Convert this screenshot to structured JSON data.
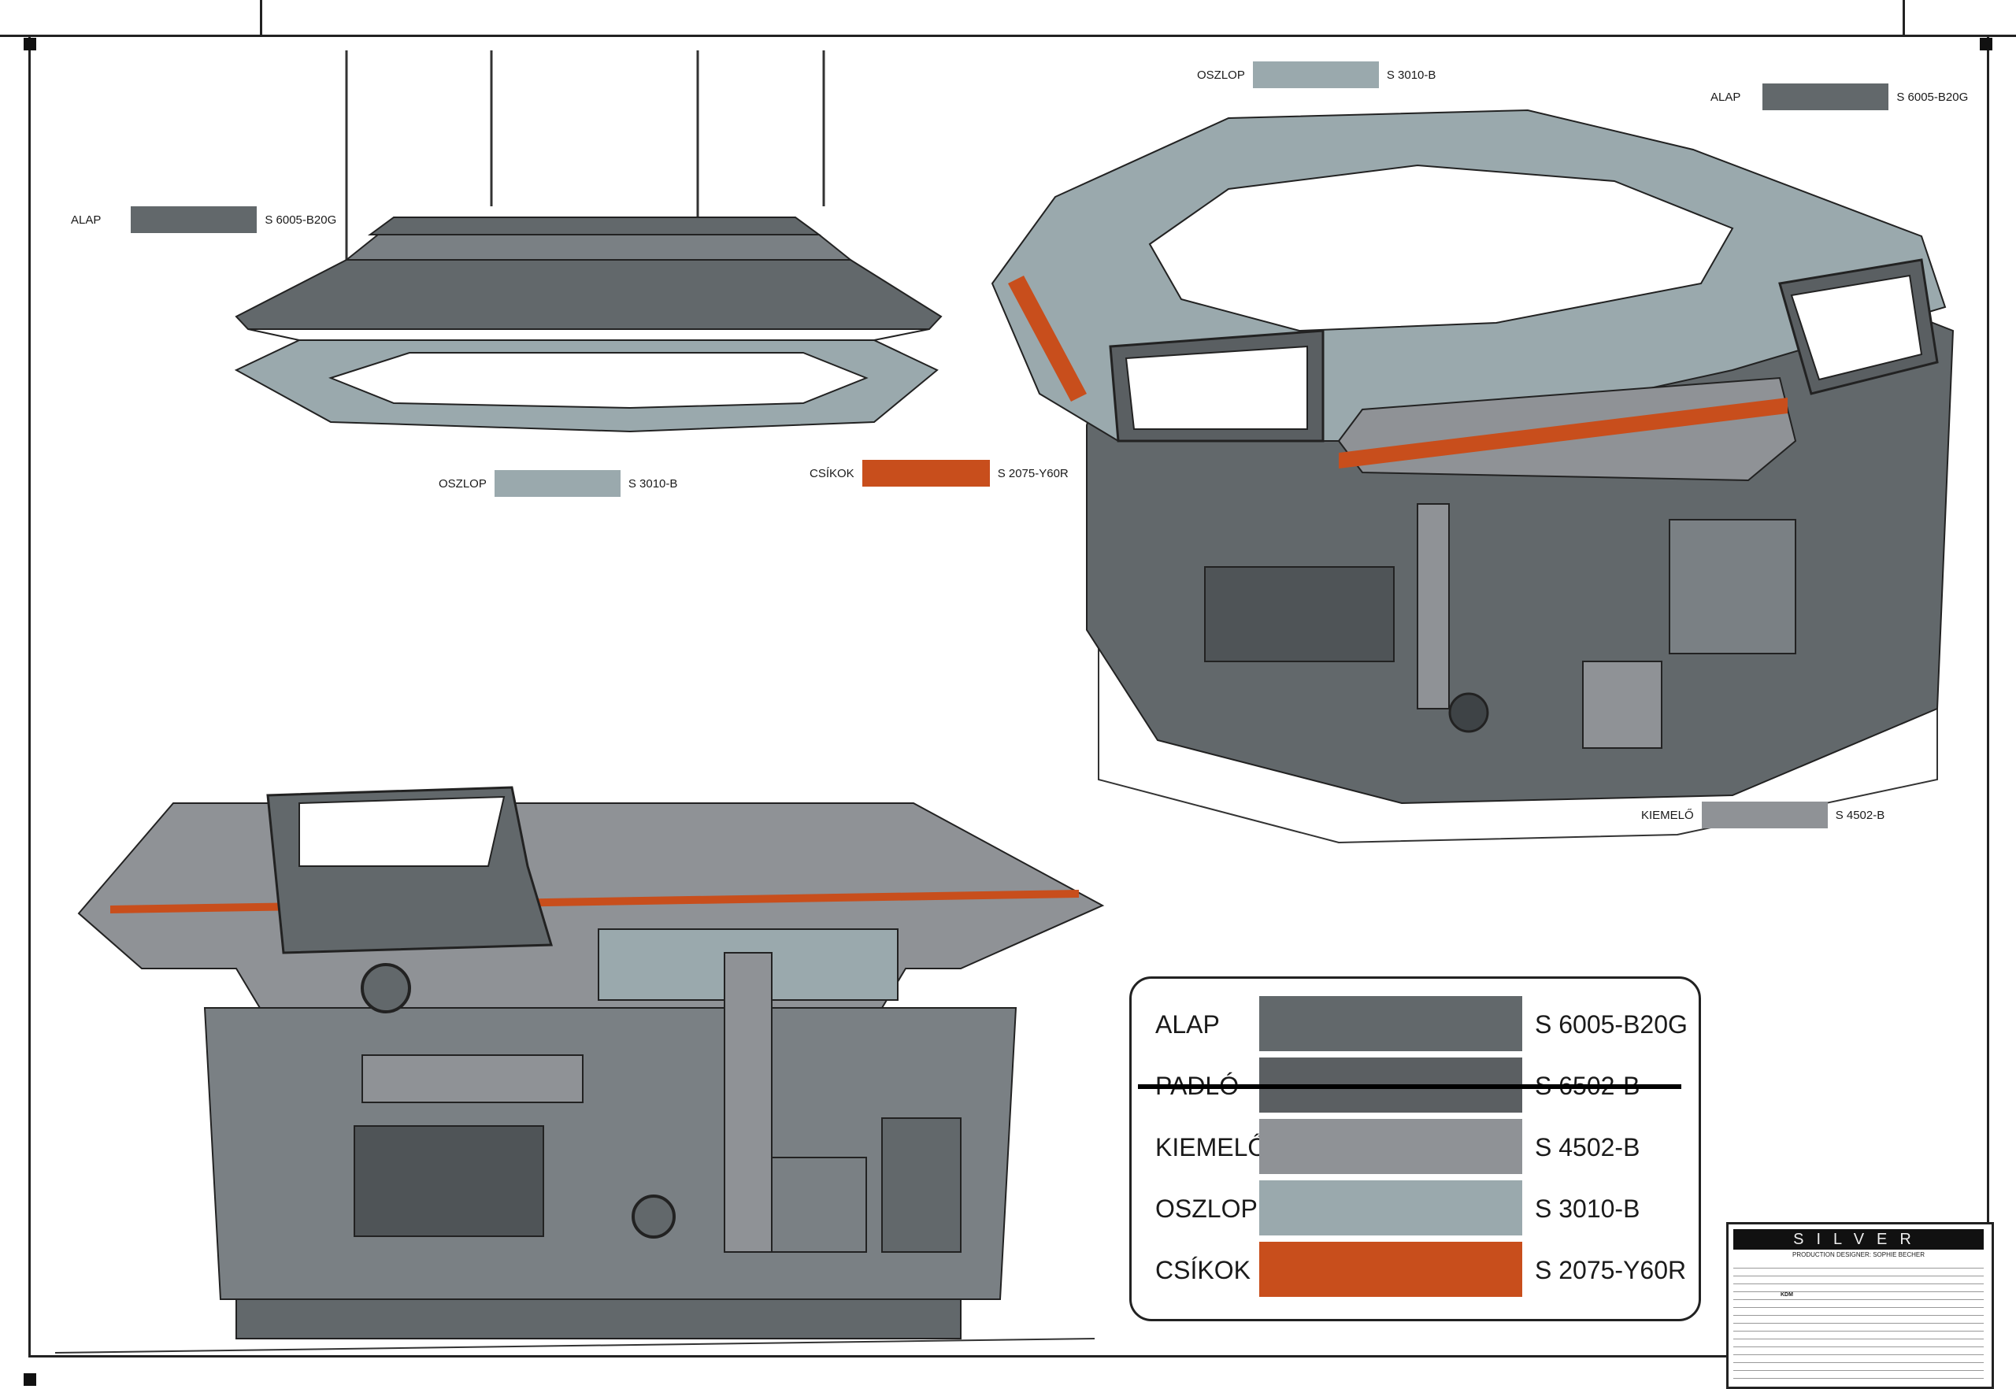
{
  "colors": {
    "alap": "#62686b",
    "padlo": "#5b5f62",
    "kiemelo": "#8f9296",
    "oszlop": "#9aa9ad",
    "csikok": "#c84e1c",
    "frame": "#222222"
  },
  "view_top_left": {
    "labels": [
      {
        "name": "ALAP",
        "code": "S 6005-B20G"
      },
      {
        "name": "OSZLOP",
        "code": "S 3010-B"
      },
      {
        "name": "CSÍKOK",
        "code": "S 2075-Y60R"
      }
    ]
  },
  "view_top_right": {
    "labels": [
      {
        "name": "OSZLOP",
        "code": "S 3010-B"
      },
      {
        "name": "ALAP",
        "code": "S 6005-B20G"
      },
      {
        "name": "KIEMELŐ",
        "code": "S 4502-B"
      }
    ]
  },
  "legend": {
    "rows": [
      {
        "name": "ALAP",
        "code": "S 6005-B20G",
        "struck": false
      },
      {
        "name": "PADLÓ",
        "code": "S 6502-B",
        "struck": true
      },
      {
        "name": "KIEMELŐ",
        "code": "S 4502-B",
        "struck": false
      },
      {
        "name": "OSZLOP",
        "code": "S 3010-B",
        "struck": false
      },
      {
        "name": "CSÍKOK",
        "code": "S 2075-Y60R",
        "struck": false
      }
    ]
  },
  "title_block": {
    "logo": "SILVER",
    "production_line": "PRODUCTION DESIGNER: SOPHIE BECHER",
    "drawn_by": "KDM"
  }
}
